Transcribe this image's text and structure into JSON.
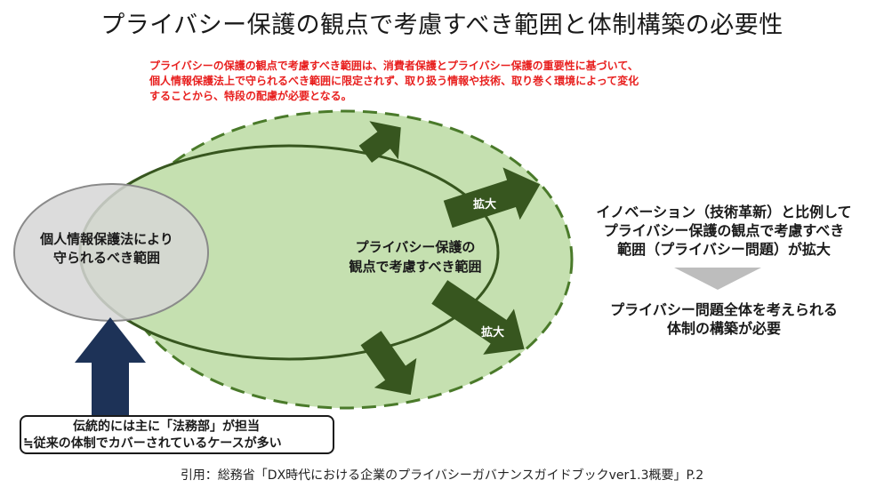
{
  "title": "プライバシー保護の観点で考慮すべき範囲と体制構築の必要性",
  "subtitle_lines": [
    "プライバシーの保護の観点で考慮すべき範囲は、消費者保護とプライバシー保護の重要性に基づいて、",
    "個人情報保護法上で守られるべき範囲に限定されず、取り扱う情報や技術、取り巻く環境によって変化",
    "することから、特段の配慮が必要となる。"
  ],
  "inner_circle": {
    "lines": [
      "個人情報保護法により",
      "守られるべき範囲"
    ]
  },
  "outer_circle": {
    "lines": [
      "プライバシー保護の",
      "観点で考慮すべき範囲"
    ]
  },
  "expand_labels": [
    "拡大",
    "拡大"
  ],
  "right_text_top": [
    "イノベーション（技術革新）と比例して",
    "プライバシー保護の観点で考慮すべき",
    "範囲（プライバシー問題）が拡大"
  ],
  "right_text_bottom": [
    "プライバシー問題全体を考えられる",
    "体制の構築が必要"
  ],
  "legacy_box": {
    "line1": "伝統的には主に「法務部」が担当",
    "line2": "≒従来の体制でカバーされているケースが多い"
  },
  "citation": "引用：総務省「DX時代における企業のプライバシーガバナンスガイドブックver1.3概要」P.2",
  "colors": {
    "title": "#1a1a1a",
    "subtitle": "#e8201f",
    "outer_fill": "#c5e0b0",
    "outer_stroke": "#4a7a2a",
    "inner_fill": "#d6d6d6",
    "arrow_green": "#37561f",
    "arrow_navy": "#1d3257",
    "pointer_gray": "#bdbdbd"
  }
}
